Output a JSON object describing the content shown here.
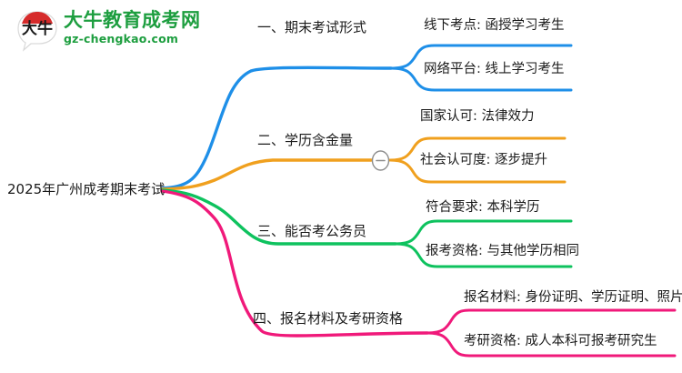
{
  "logo": {
    "mark_text": "大牛",
    "title": "大牛教育成考网",
    "subtitle": "gz-chengkao.com",
    "brand_color": "#1d9e3f",
    "mark_accent_color": "#d62b2b"
  },
  "mindmap": {
    "root": {
      "label": "2025年广州成考期末考试"
    },
    "branches": [
      {
        "index_label": "一、",
        "label": "一、期末考试形式",
        "color": "#1e8fe8",
        "collapsed_toggle": false,
        "children": [
          {
            "label": "线下考点: 函授学习考生"
          },
          {
            "label": "网络平台: 线上学习考生"
          }
        ]
      },
      {
        "index_label": "二、",
        "label": "二、学历含金量",
        "color": "#f0a01e",
        "collapsed_toggle": true,
        "toggle_icon": "minus-circle-icon",
        "children": [
          {
            "label": "国家认可: 法律效力"
          },
          {
            "label": "社会认可度: 逐步提升"
          }
        ]
      },
      {
        "index_label": "三、",
        "label": "三、能否考公务员",
        "color": "#0ec25e",
        "collapsed_toggle": false,
        "children": [
          {
            "label": "符合要求: 本科学历"
          },
          {
            "label": "报考资格: 与其他学历相同"
          }
        ]
      },
      {
        "index_label": "四、",
        "label": "四、报名材料及考研资格",
        "color": "#f0197a",
        "collapsed_toggle": false,
        "children": [
          {
            "label": "报名材料: 身份证明、学历证明、照片"
          },
          {
            "label": "考研资格: 成人本科可报考研究生"
          }
        ]
      }
    ]
  },
  "colors": {
    "background": "#ffffff",
    "text": "#1a1a1a",
    "toggle_stroke": "#8d8d8d"
  }
}
